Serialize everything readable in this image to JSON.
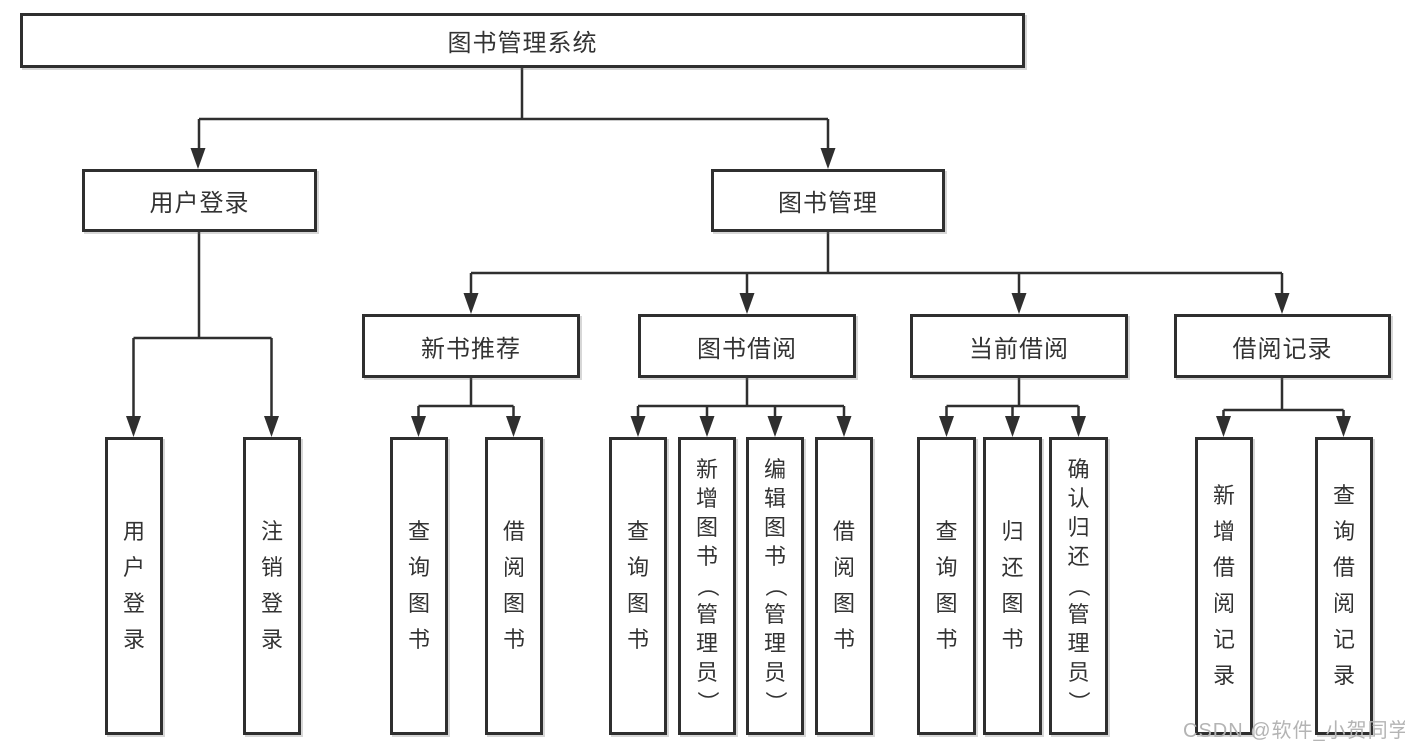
{
  "diagram": {
    "title": "图书管理系统",
    "root": {
      "label": "图书管理系统"
    },
    "level2": [
      {
        "label": "用户登录"
      },
      {
        "label": "图书管理"
      }
    ],
    "level3": [
      {
        "label": "新书推荐",
        "parent": "图书管理"
      },
      {
        "label": "图书借阅",
        "parent": "图书管理"
      },
      {
        "label": "当前借阅",
        "parent": "图书管理"
      },
      {
        "label": "借阅记录",
        "parent": "图书管理"
      }
    ],
    "leaves": [
      {
        "label": "用户登录",
        "parent": "用户登录"
      },
      {
        "label": "注销登录",
        "parent": "用户登录"
      },
      {
        "label": "查询图书",
        "parent": "新书推荐"
      },
      {
        "label": "借阅图书",
        "parent": "新书推荐"
      },
      {
        "label": "查询图书",
        "parent": "图书借阅"
      },
      {
        "label": "新增图书（管理员）",
        "parent": "图书借阅"
      },
      {
        "label": "编辑图书（管理员）",
        "parent": "图书借阅"
      },
      {
        "label": "借阅图书",
        "parent": "图书借阅"
      },
      {
        "label": "查询图书",
        "parent": "当前借阅"
      },
      {
        "label": "归还图书",
        "parent": "当前借阅"
      },
      {
        "label": "确认归还（管理员）",
        "parent": "当前借阅"
      },
      {
        "label": "新增借阅记录",
        "parent": "借阅记录"
      },
      {
        "label": "查询借阅记录",
        "parent": "借阅记录"
      }
    ],
    "watermark": "CSDN @软件_小贺同学",
    "colors": {
      "line": "#2f2f2f",
      "box_border": "#2f2f2f",
      "box_fill": "#ffffff",
      "text": "#333333",
      "background": "#ffffff",
      "watermark": "#b4b4b4"
    }
  }
}
